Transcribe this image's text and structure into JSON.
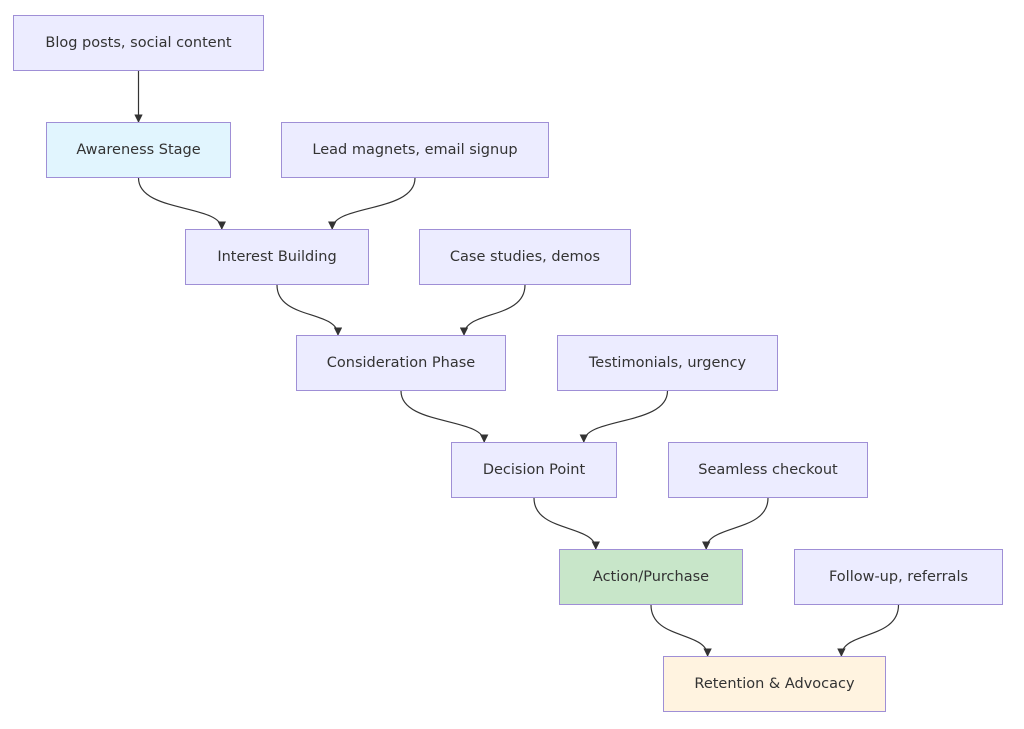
{
  "colors": {
    "default_fill": "#ECECFF",
    "awareness_fill": "#E1F5FE",
    "action_fill": "#C8E6C9",
    "retention_fill": "#FFF3E0",
    "border": "#9F8FD6",
    "edge": "#333333"
  },
  "nodes": [
    {
      "id": "blog",
      "label": "Blog posts, social content",
      "fill": "default_fill"
    },
    {
      "id": "awareness",
      "label": "Awareness Stage",
      "fill": "awareness_fill"
    },
    {
      "id": "lead",
      "label": "Lead magnets, email signup",
      "fill": "default_fill"
    },
    {
      "id": "interest",
      "label": "Interest Building",
      "fill": "default_fill"
    },
    {
      "id": "case",
      "label": "Case studies, demos",
      "fill": "default_fill"
    },
    {
      "id": "consideration",
      "label": "Consideration Phase",
      "fill": "default_fill"
    },
    {
      "id": "testimonials",
      "label": "Testimonials, urgency",
      "fill": "default_fill"
    },
    {
      "id": "decision",
      "label": "Decision Point",
      "fill": "default_fill"
    },
    {
      "id": "checkout",
      "label": "Seamless checkout",
      "fill": "default_fill"
    },
    {
      "id": "action",
      "label": "Action/Purchase",
      "fill": "action_fill"
    },
    {
      "id": "followup",
      "label": "Follow-up, referrals",
      "fill": "default_fill"
    },
    {
      "id": "retention",
      "label": "Retention & Advocacy",
      "fill": "retention_fill"
    }
  ],
  "edges": [
    {
      "from": "blog",
      "to": "awareness"
    },
    {
      "from": "awareness",
      "to": "interest"
    },
    {
      "from": "lead",
      "to": "interest"
    },
    {
      "from": "interest",
      "to": "consideration"
    },
    {
      "from": "case",
      "to": "consideration"
    },
    {
      "from": "consideration",
      "to": "decision"
    },
    {
      "from": "testimonials",
      "to": "decision"
    },
    {
      "from": "decision",
      "to": "action"
    },
    {
      "from": "checkout",
      "to": "action"
    },
    {
      "from": "action",
      "to": "retention"
    },
    {
      "from": "followup",
      "to": "retention"
    }
  ]
}
